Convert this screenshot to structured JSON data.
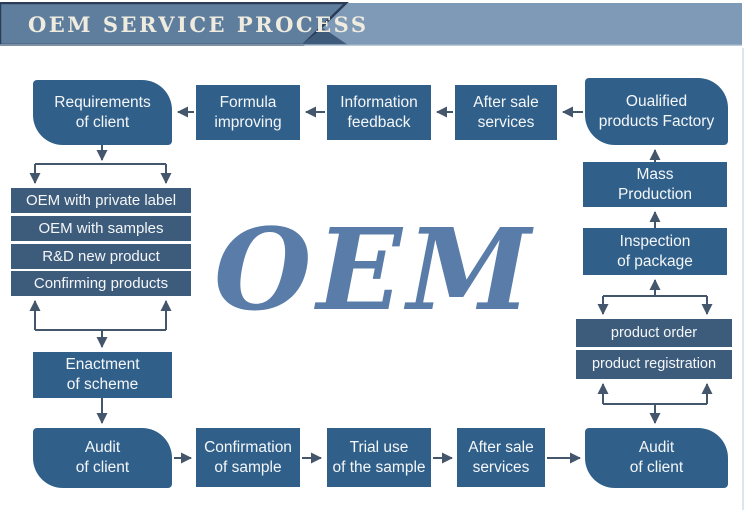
{
  "header": {
    "title": "OEM SERVICE PROCESS"
  },
  "watermark": "OEM",
  "nodes": {
    "requirements": "Requirements\nof client",
    "formula": "Formula\nimproving",
    "information_feedback": "Information\nfeedback",
    "after_sale_top": "After sale\nservices",
    "qualified_factory": "Oualified\nproducts Factory",
    "stack_items": [
      "OEM with private label",
      "OEM with samples",
      "R&D new product",
      "Confirming products"
    ],
    "enactment": "Enactment\nof scheme",
    "audit_left": "Audit\nof  client",
    "confirmation": "Confirmation\nof sample",
    "trial_use": "Trial use\nof the sample",
    "after_sale_bottom": "After sale\nservices",
    "audit_right": "Audit\nof client",
    "mass_production": "Mass\nProduction",
    "inspection": "Inspection\nof package",
    "product_order": "product order",
    "product_registration": "product registration"
  },
  "colors": {
    "header_bar_dark": "#5f7e9e",
    "header_band_light": "#7e9ab7",
    "header_border": "#2b3c57",
    "header_triangle": "#3e5b7c",
    "header_text": "#efecdf",
    "flow_box": "#30608a",
    "stack_box": "#3d5c7c",
    "arrow": "#44566b",
    "watermark_text": "#5a7ca8",
    "box_text": "#f4f6f8"
  }
}
